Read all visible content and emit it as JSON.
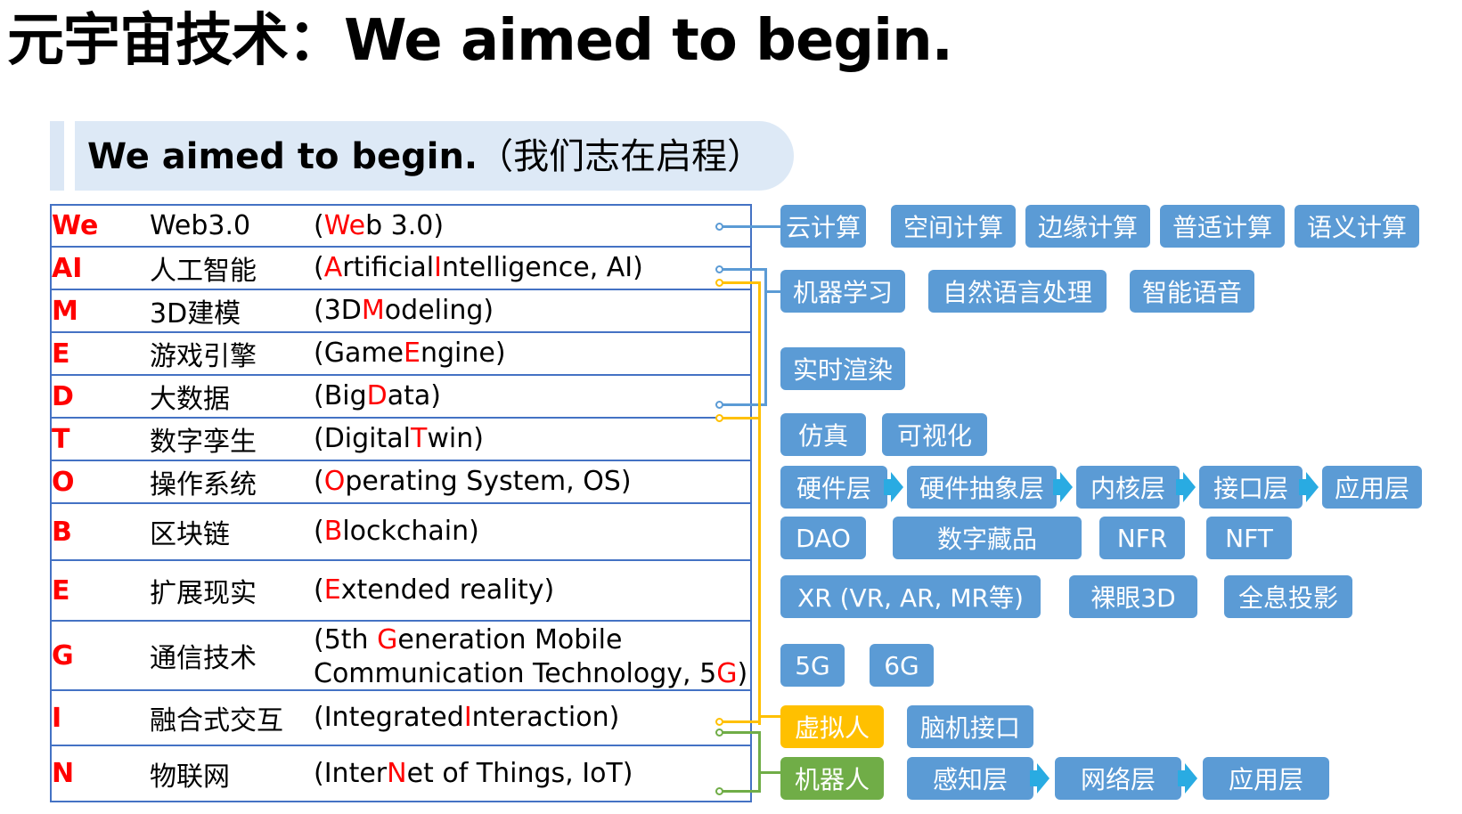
{
  "title": "元宇宙技术：We aimed to begin.",
  "subtitle": {
    "en": "We aimed to begin.",
    "zh": "（我们志在启程）"
  },
  "colors": {
    "table_border": "#4472c4",
    "highlight": "#ff0000",
    "tag_blue": "#5b9bd5",
    "tag_yellow": "#ffc000",
    "tag_green": "#70ad47",
    "connector_blue": "#5b9bd5",
    "connector_yellow": "#ffc000",
    "connector_green": "#70ad47",
    "arrow": "#29abe2",
    "subtitle_bg": "#dde9f6"
  },
  "table": {
    "rows": [
      {
        "abbr": "We",
        "zh": "Web3.0",
        "en_parts": [
          "(",
          "We",
          "b 3.0)"
        ]
      },
      {
        "abbr": "AI",
        "zh": "人工智能",
        "en_parts": [
          "(",
          "A",
          "rtificial ",
          "I",
          "ntelligence, AI)"
        ]
      },
      {
        "abbr": "M",
        "zh": "3D建模",
        "en_parts": [
          "(3D ",
          "M",
          "odeling)"
        ]
      },
      {
        "abbr": "E",
        "zh": "游戏引擎",
        "en_parts": [
          "(Game ",
          "E",
          "ngine)"
        ]
      },
      {
        "abbr": "D",
        "zh": "大数据",
        "en_parts": [
          "(Big ",
          "D",
          "ata)"
        ]
      },
      {
        "abbr": "T",
        "zh": "数字孪生",
        "en_parts": [
          "(Digital ",
          "T",
          "win)"
        ]
      },
      {
        "abbr": "O",
        "zh": "操作系统",
        "en_parts": [
          "(",
          "O",
          "perating System, OS)"
        ]
      },
      {
        "abbr": "B",
        "zh": "区块链",
        "en_parts": [
          "(",
          "B",
          "lockchain)"
        ]
      },
      {
        "abbr": "E",
        "zh": "扩展现实",
        "en_parts": [
          "(",
          "E",
          "xtended reality)"
        ]
      },
      {
        "abbr": "G",
        "zh": "通信技术",
        "en_line1_parts": [
          "(5th ",
          "G",
          "eneration Mobile"
        ],
        "en_line2_parts": [
          "Communication Technology, 5",
          "G",
          ")"
        ]
      },
      {
        "abbr": "I",
        "zh": "融合式交互",
        "en_parts": [
          "(Integrated ",
          "I",
          "nteraction)"
        ]
      },
      {
        "abbr": "N",
        "zh": "物联网",
        "en_parts": [
          "(Inter",
          "N",
          "et of Things, IoT)"
        ]
      }
    ]
  },
  "tags": {
    "web3": [
      "云计算",
      "空间计算",
      "边缘计算",
      "普适计算",
      "语义计算"
    ],
    "ai": [
      "机器学习",
      "自然语言处理",
      "智能语音"
    ],
    "engine": [
      "实时渲染"
    ],
    "twin": [
      "仿真",
      "可视化"
    ],
    "os": [
      "硬件层",
      "硬件抽象层",
      "内核层",
      "接口层",
      "应用层"
    ],
    "blockchain": [
      "DAO",
      "数字藏品",
      "NFR",
      "NFT"
    ],
    "xr": [
      "XR (VR, AR, MR等)",
      "裸眼3D",
      "全息投影"
    ],
    "comm": [
      "5G",
      "6G"
    ],
    "interaction": [
      "虚拟人",
      "脑机接口"
    ],
    "iot": [
      "机器人",
      "感知层",
      "网络层",
      "应用层"
    ]
  }
}
